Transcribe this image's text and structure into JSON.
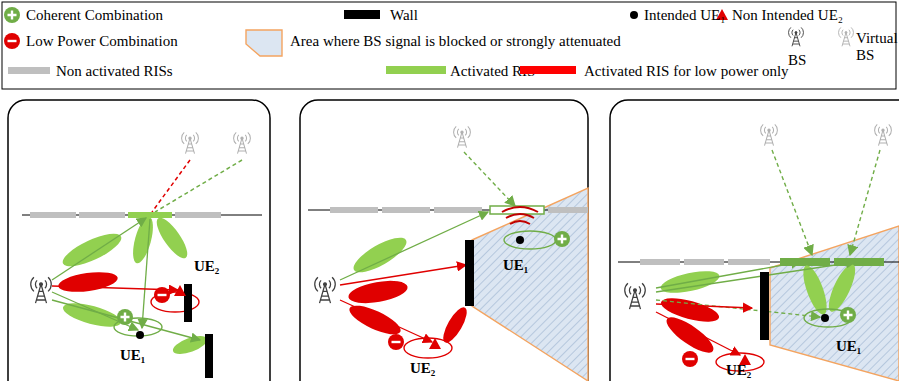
{
  "diagram": {
    "labels": [
      "UE₂",
      "UE₁",
      "UE₁",
      "UE₂",
      "UE₁",
      "UE₂"
    ],
    "legend": [
      {
        "text": "Coherent Combination"
      },
      {
        "text": "Wall",
        "color": "#000000"
      },
      {
        "text": "Intended UE₁"
      },
      {
        "text": "Non Intended UE₂"
      },
      {
        "text": "Low Power Combination"
      },
      {
        "text": "Area where BS signal is blocked or strongly attenuated"
      },
      {
        "text": "BS"
      },
      {
        "text": "Virtual BS"
      },
      {
        "text": "Non activated RISs",
        "color": "#bfbfbf"
      },
      {
        "text": "Activated RIS",
        "color": "#92d050"
      },
      {
        "text": "Activated RIS for low power only",
        "color": "#ff0000"
      }
    ]
  }
}
